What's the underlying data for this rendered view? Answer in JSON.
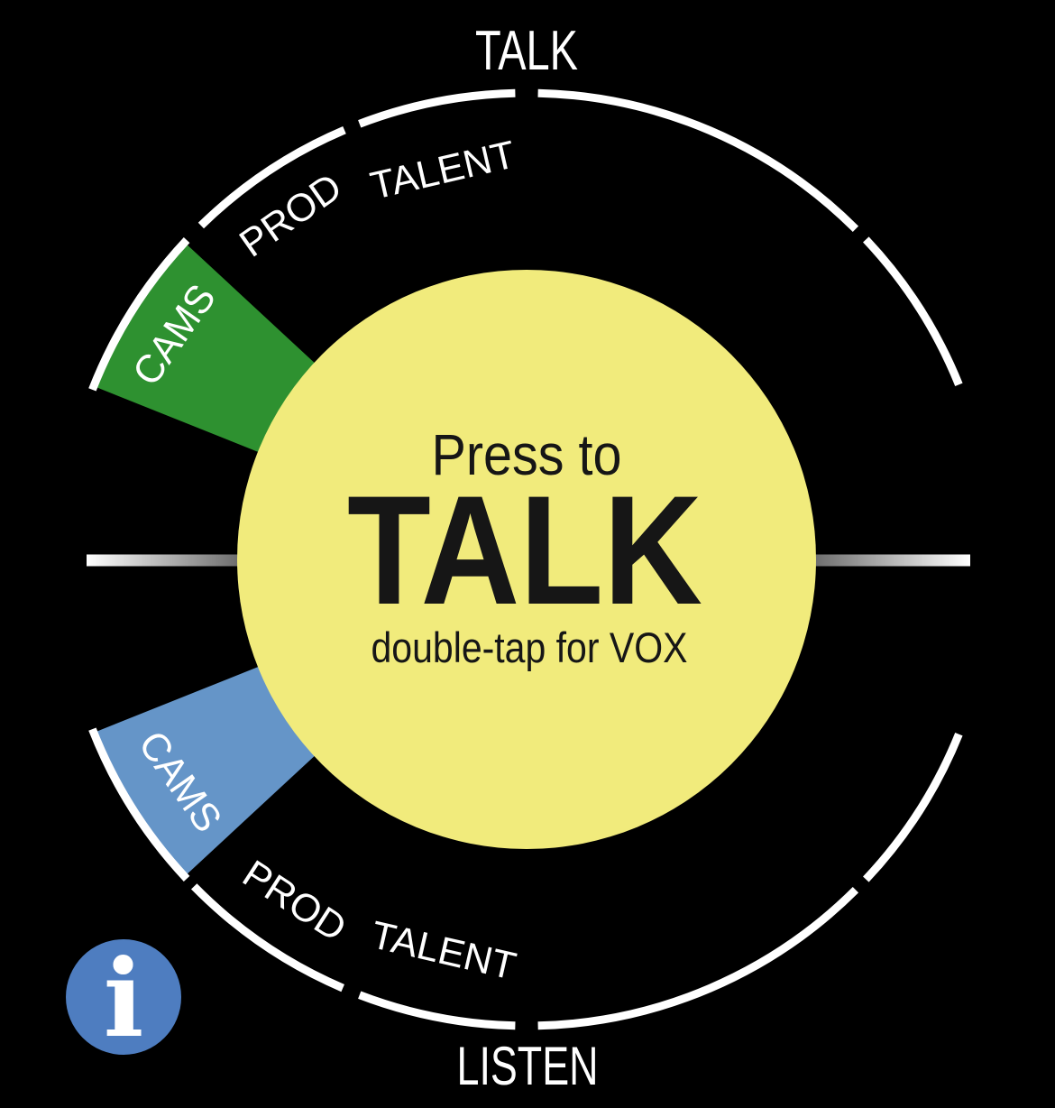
{
  "colors": {
    "background": "#000000",
    "ring_white": "#ffffff",
    "center_yellow": "#f1eb7c",
    "cams_talk_green": "#2e9130",
    "cams_listen_blue": "#6595c8",
    "info_blue": "#4e7dc0",
    "center_text": "#161616"
  },
  "dial": {
    "talk_half_label": "TALK",
    "listen_half_label": "LISTEN",
    "talk_segments": {
      "talent": "TALENT",
      "prod": "PROD",
      "cams": "CAMS"
    },
    "listen_segments": {
      "cams": "CAMS",
      "prod": "PROD",
      "talent": "TALENT"
    }
  },
  "center_button": {
    "line1": "Press to",
    "line2": "TALK",
    "line3": "double-tap for VOX"
  },
  "info_button": {
    "glyph": "i"
  }
}
